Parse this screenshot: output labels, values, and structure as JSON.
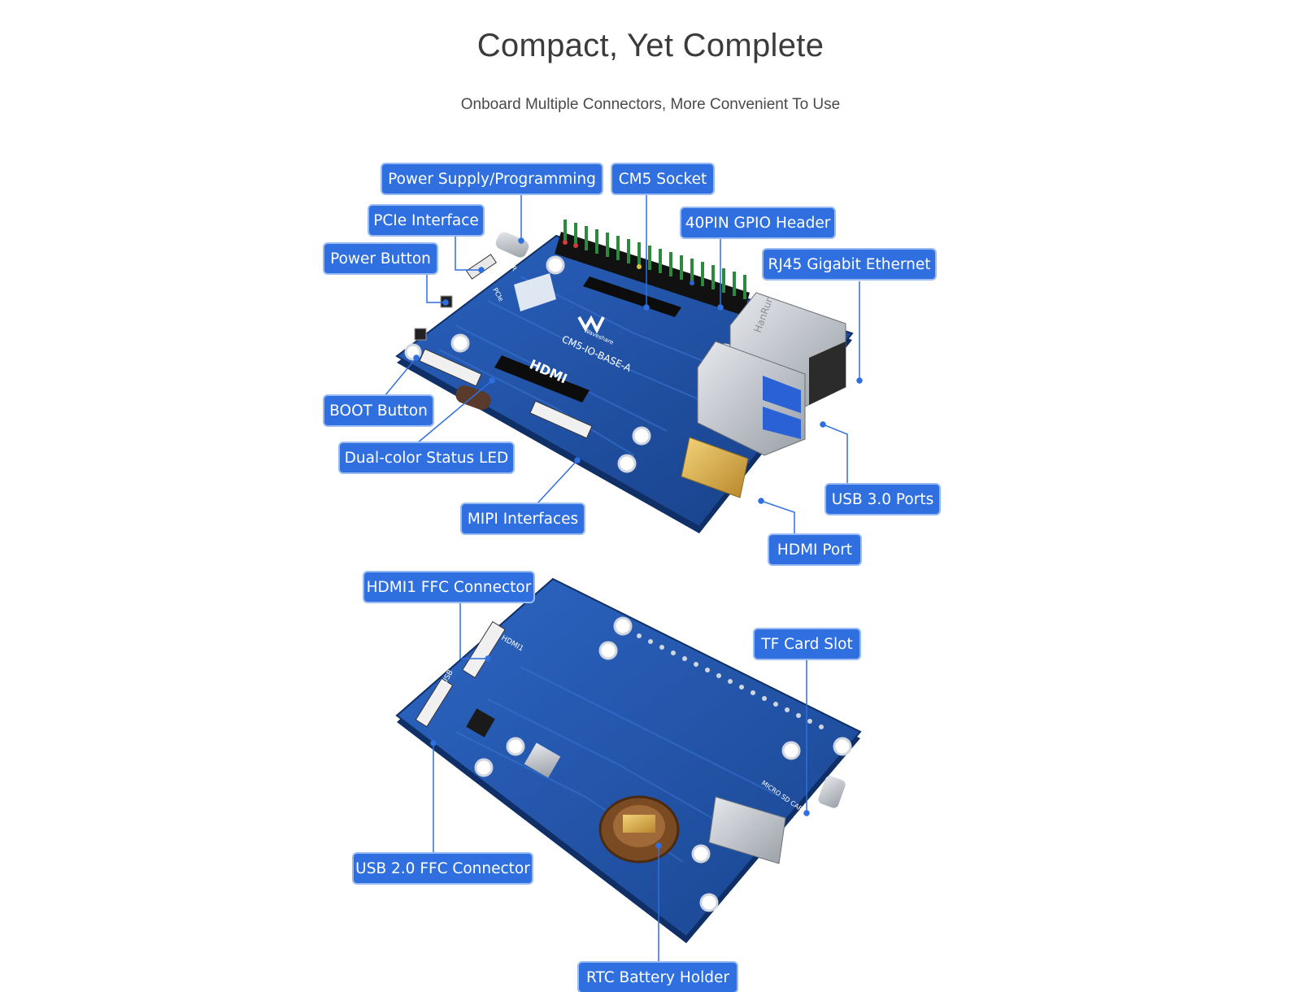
{
  "header": {
    "title": "Compact, Yet Complete",
    "subtitle": "Onboard Multiple Connectors, More Convenient To Use"
  },
  "board_top": {
    "silkscreen": {
      "model": "CM5-IO-BASE-A",
      "hdmi": "HDMI",
      "brand": "Waveshare",
      "pcie": "PCIe",
      "pwr": "PWR",
      "eth_brand": "HanRun"
    },
    "callouts": {
      "power_supply": "Power Supply/Programming",
      "cm5_socket": "CM5 Socket",
      "pcie": "PCIe Interface",
      "gpio": "40PIN GPIO Header",
      "power_button": "Power Button",
      "rj45": "RJ45 Gigabit Ethernet",
      "boot_button": "BOOT Button",
      "status_led": "Dual-color Status LED",
      "usb3": "USB 3.0 Ports",
      "mipi": "MIPI Interfaces",
      "hdmi_port": "HDMI Port"
    }
  },
  "board_bottom": {
    "silkscreen": {
      "hdmi1": "HDMI1",
      "usb": "USB",
      "sd": "MICRO SD CARD"
    },
    "callouts": {
      "hdmi1_ffc": "HDMI1 FFC Connector",
      "tf_card": "TF Card Slot",
      "usb2_ffc": "USB 2.0 FFC Connector",
      "rtc": "RTC Battery Holder"
    }
  },
  "colors": {
    "callout_bg": "#2f6fe0",
    "callout_text": "#ffffff",
    "pcb": "#1f4f9e",
    "pcb_edge": "#163a78"
  }
}
